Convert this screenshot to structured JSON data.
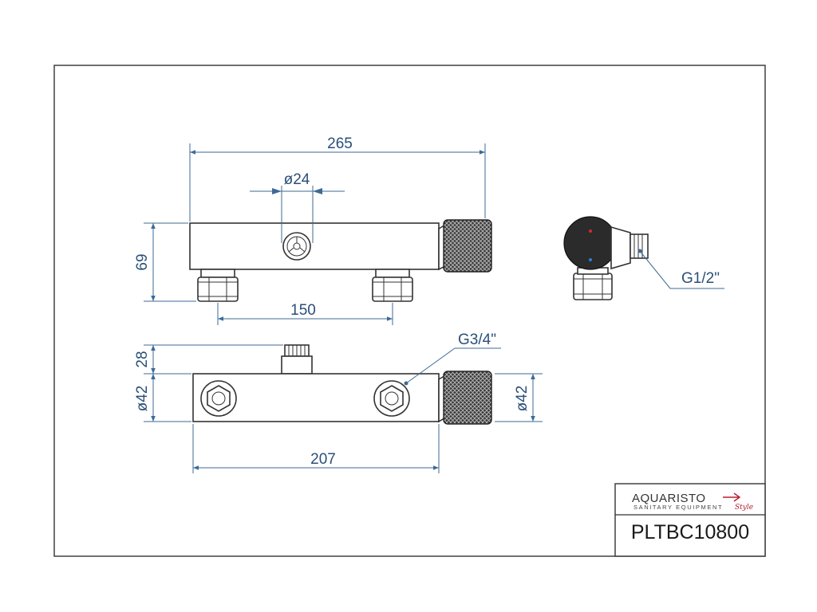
{
  "dimensions": {
    "top_overall_width": "265",
    "top_knob_diameter": "ø24",
    "top_height": "69",
    "top_inlet_spacing": "150",
    "side_thread": "G1/2\"",
    "bottom_thread": "G3/4\"",
    "bottom_outlet_height": "28",
    "bottom_body_diameter_left": "ø42",
    "bottom_body_diameter_right": "ø42",
    "bottom_body_width": "207"
  },
  "title_block": {
    "brand_name": "AQUARISTO",
    "brand_tagline": "SANITARY EQUIPMENT",
    "brand_script": "Style",
    "part_number": "PLTBC10800"
  },
  "colors": {
    "dimension": "#3d6a96",
    "hot_marker": "#d62b2b",
    "cold_marker": "#2a7fd4",
    "knob_dark": "#2b2b2b"
  }
}
